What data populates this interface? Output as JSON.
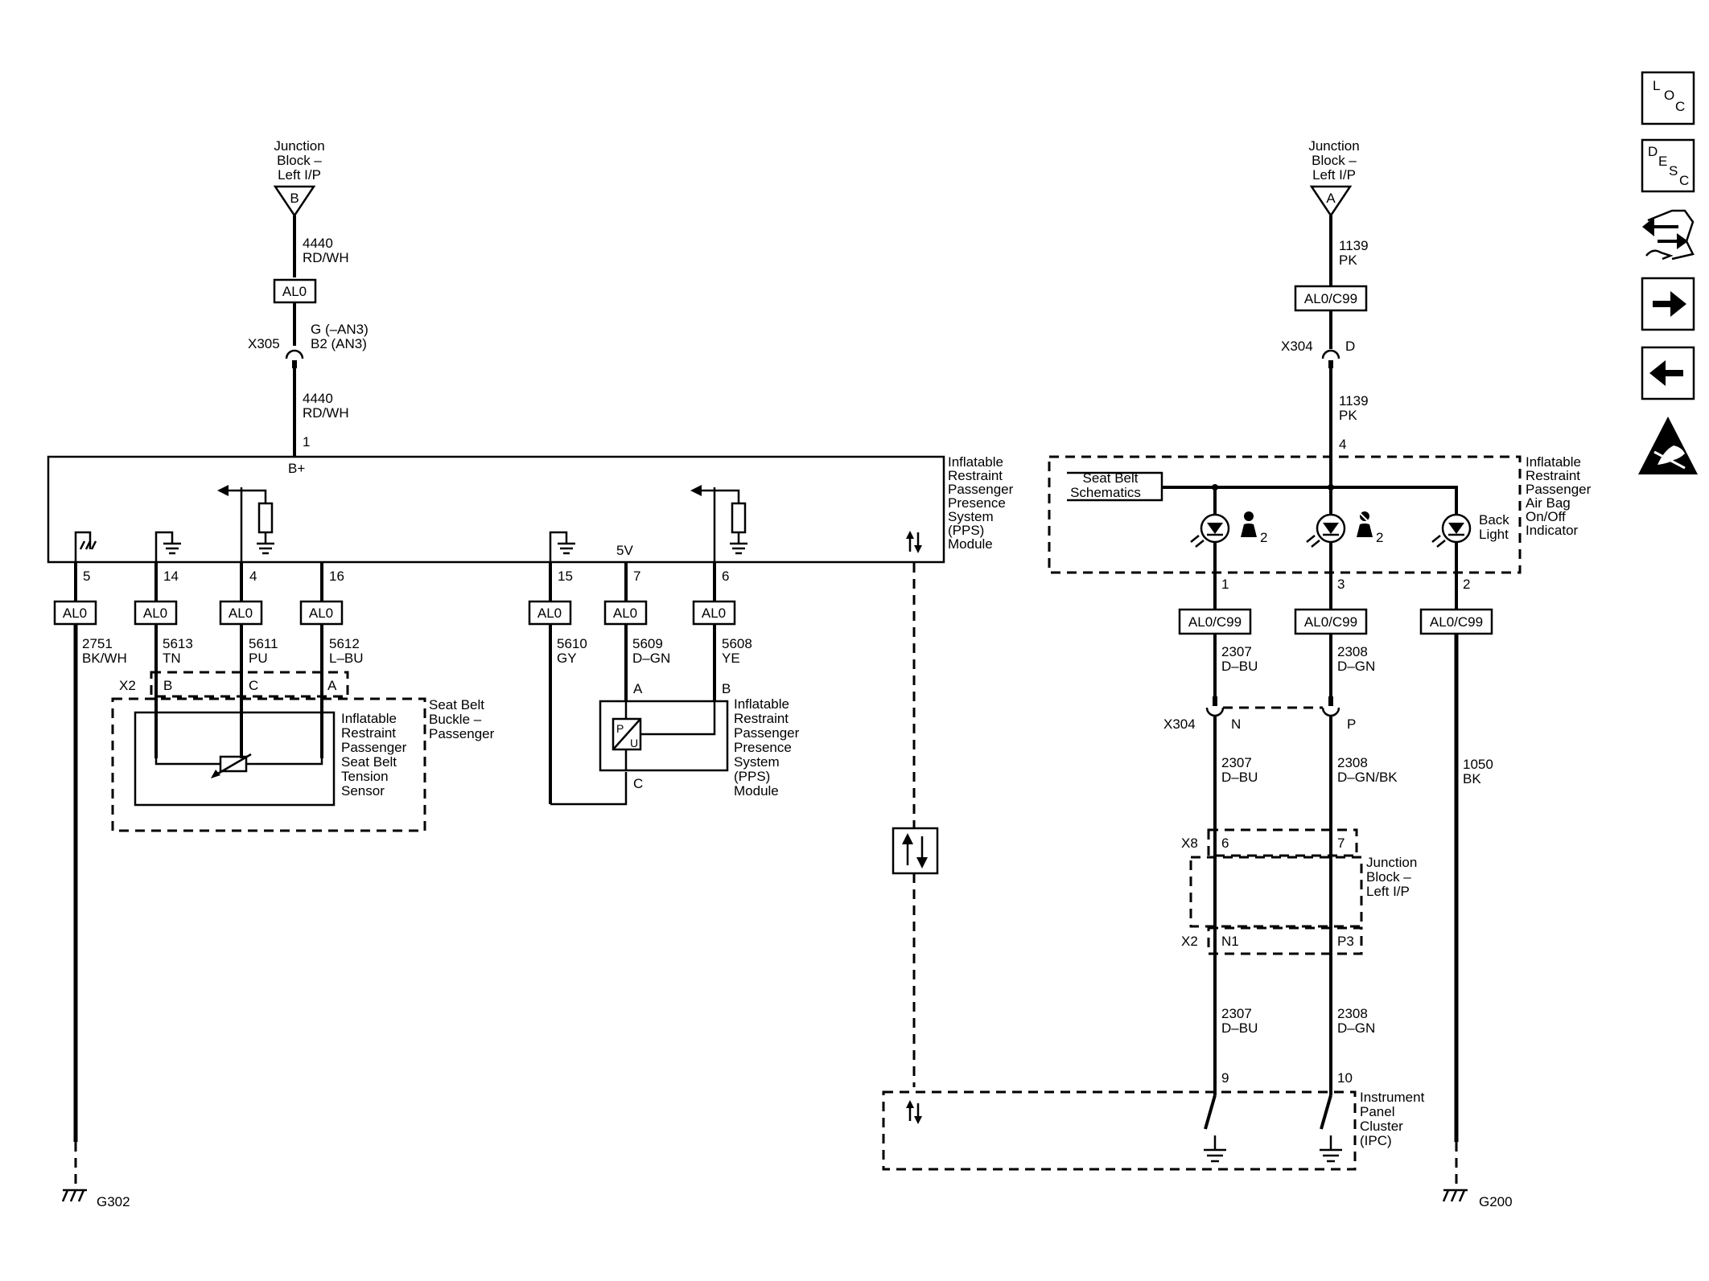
{
  "left": {
    "junction": {
      "lines": [
        "Junction",
        "Block –",
        "Left I/P"
      ],
      "pin": "B"
    },
    "wire_top": {
      "num": "4440",
      "color": "RD/WH"
    },
    "option_top": "AL0",
    "connector": {
      "id": "X305",
      "pins": [
        "G (–AN3)",
        "B2 (AN3)"
      ]
    },
    "wire_mid": {
      "num": "4440",
      "color": "RD/WH"
    },
    "module_pin_in": "1",
    "bplus": "B+",
    "module_lines": [
      "Inflatable",
      "Restraint",
      "Passenger",
      "Presence",
      "System",
      "(PPS)",
      "Module"
    ],
    "fivev": "5V",
    "pins": [
      {
        "pin": "5",
        "opt": "AL0",
        "num": "2751",
        "color": "BK/WH"
      },
      {
        "pin": "14",
        "opt": "AL0",
        "num": "5613",
        "color": "TN"
      },
      {
        "pin": "4",
        "opt": "AL0",
        "num": "5611",
        "color": "PU"
      },
      {
        "pin": "16",
        "opt": "AL0",
        "num": "5612",
        "color": "L–BU"
      },
      {
        "pin": "15",
        "opt": "AL0",
        "num": "5610",
        "color": "GY"
      },
      {
        "pin": "7",
        "opt": "AL0",
        "num": "5609",
        "color": "D–GN"
      },
      {
        "pin": "6",
        "opt": "AL0",
        "num": "5608",
        "color": "YE"
      }
    ],
    "x2": {
      "id": "X2",
      "pins": [
        "B",
        "C",
        "A"
      ]
    },
    "buckle_lines": [
      "Seat Belt",
      "Buckle –",
      "Passenger"
    ],
    "tension_lines": [
      "Inflatable",
      "Restraint",
      "Passenger",
      "Seat Belt",
      "Tension",
      "Sensor"
    ],
    "pps_pins": [
      "A",
      "B",
      "C"
    ],
    "pps_module_lines": [
      "Inflatable",
      "Restraint",
      "Passenger",
      "Presence",
      "System",
      "(PPS)",
      "Module"
    ],
    "ground": "G302"
  },
  "right": {
    "junction": {
      "lines": [
        "Junction",
        "Block –",
        "Left I/P"
      ],
      "pin": "A"
    },
    "wire_top": {
      "num": "1139",
      "color": "PK"
    },
    "option_top": "AL0/C99",
    "connector": {
      "id": "X304",
      "pin": "D"
    },
    "wire_mid": {
      "num": "1139",
      "color": "PK"
    },
    "module_pin_in": "4",
    "seat_belt_ref": [
      "Seat Belt",
      "Schematics"
    ],
    "indicator_lines": [
      "Inflatable",
      "Restraint",
      "Passenger",
      "Air Bag",
      "On/Off",
      "Indicator"
    ],
    "icon_num": "2",
    "backlight": [
      "Back",
      "Light"
    ],
    "pins": [
      {
        "pin": "1",
        "opt": "AL0/C99",
        "num": "2307",
        "color": "D–BU"
      },
      {
        "pin": "3",
        "opt": "AL0/C99",
        "num": "2308",
        "color": "D–GN"
      },
      {
        "pin": "2",
        "opt": "AL0/C99",
        "num": "1050",
        "color": "BK"
      }
    ],
    "x304": {
      "id": "X304",
      "pins": [
        "N",
        "P"
      ]
    },
    "wire2": [
      {
        "num": "2307",
        "color": "D–BU"
      },
      {
        "num": "2308",
        "color": "D–GN/BK"
      }
    ],
    "x8": {
      "id": "X8",
      "pins": [
        "6",
        "7"
      ]
    },
    "jb_lines": [
      "Junction",
      "Block –",
      "Left I/P"
    ],
    "x2": {
      "id": "X2",
      "pins": [
        "N1",
        "P3"
      ]
    },
    "wire3": [
      {
        "num": "2307",
        "color": "D–BU"
      },
      {
        "num": "2308",
        "color": "D–GN"
      }
    ],
    "ipc_pins": [
      "9",
      "10"
    ],
    "ipc_lines": [
      "Instrument",
      "Panel",
      "Cluster",
      "(IPC)"
    ],
    "ground": "G200"
  },
  "sidebar": {
    "loc": [
      "L",
      "O",
      "C"
    ],
    "desc": [
      "D",
      "E",
      "S",
      "C"
    ],
    "icons": [
      "component-connector-icon",
      "next-page-icon",
      "previous-page-icon",
      "esd-warning-icon"
    ]
  }
}
